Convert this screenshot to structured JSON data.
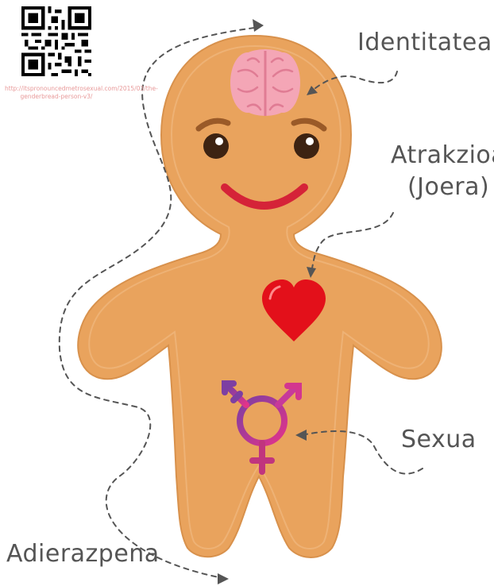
{
  "labels": {
    "identity": "Identitatea",
    "attraction_line1": "Atrakzioa",
    "attraction_line2": "(Joera)",
    "sex": "Sexua",
    "expression": "Adierazpena"
  },
  "source_url": "http://itspronouncedmetrosexual.com/2015/03/the-genderbread-person-v3/",
  "colors": {
    "body": "#e9a35d",
    "body_outline": "#d8914c",
    "brain": "#f4a6b6",
    "heart": "#e3101a",
    "smile": "#d52338",
    "symbol_purple": "#8a3fa0",
    "symbol_pink": "#e0338a",
    "label_text": "#555555",
    "dashed_line": "#555555"
  },
  "icons": [
    "qr-code-icon",
    "brain-icon",
    "heart-icon",
    "transgender-symbol-icon"
  ]
}
